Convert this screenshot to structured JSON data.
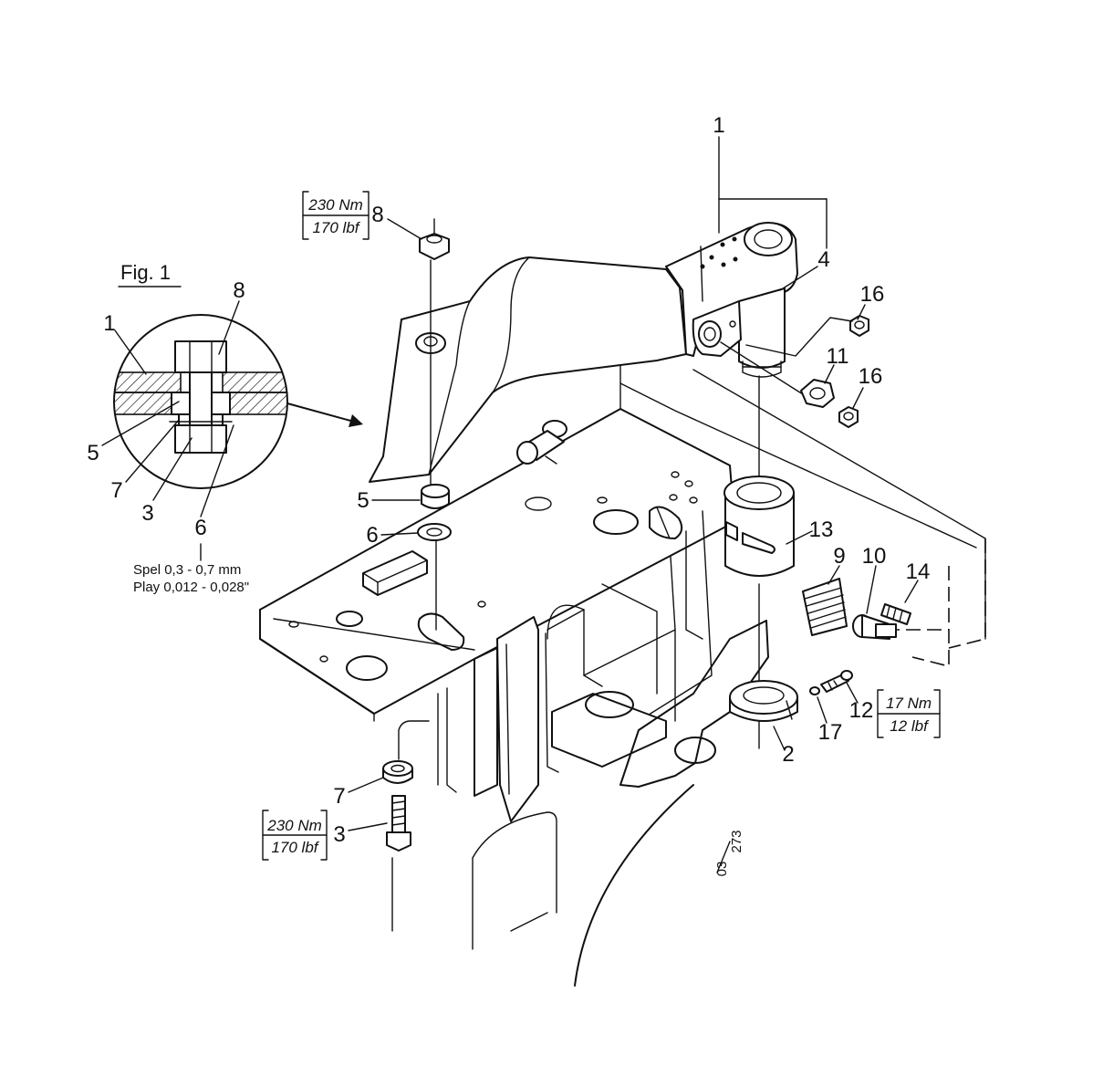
{
  "figure": {
    "label": "Fig. 1",
    "clearance_nl": "Spel 0,3 - 0,7 mm",
    "clearance_en": "Play 0,012 - 0,028\""
  },
  "torque": {
    "nut8_nm": "230 Nm",
    "nut8_lbf": "170 lbf",
    "bolt3_nm": "230 Nm",
    "bolt3_lbf": "170 lbf",
    "screw12_nm": "17 Nm",
    "screw12_lbf": "12 lbf"
  },
  "callouts": {
    "c1": "1",
    "c2": "2",
    "c3": "3",
    "c4": "4",
    "c5": "5",
    "c6": "6",
    "c7": "7",
    "c8": "8",
    "c9": "9",
    "c10": "10",
    "c11": "11",
    "c12": "12",
    "c13": "13",
    "c14": "14",
    "c16a": "16",
    "c16b": "16",
    "c17": "17",
    "d1": "1",
    "d3": "3",
    "d5": "5",
    "d6": "6",
    "d7": "7",
    "d8": "8"
  },
  "reference": {
    "top": "03",
    "bottom": "273"
  }
}
